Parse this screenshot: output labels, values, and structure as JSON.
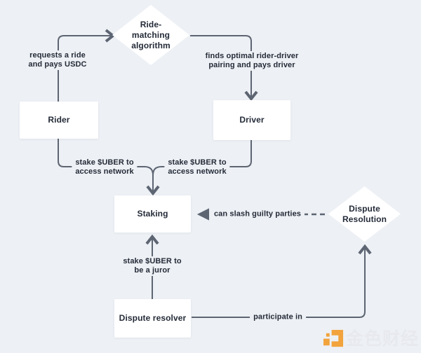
{
  "colors": {
    "background": "#edf0f4",
    "line": "#5d6573",
    "text": "#242b38",
    "node_bg": "#ffffff",
    "watermark_orange": "#f2a33c",
    "watermark_text": "#e7e9ee"
  },
  "diagram": {
    "type": "flowchart",
    "nodes": {
      "ride_matching": {
        "label": "Ride-\nmatching\nalgorithm",
        "shape": "diamond"
      },
      "rider": {
        "label": "Rider",
        "shape": "rect"
      },
      "driver": {
        "label": "Driver",
        "shape": "rect"
      },
      "staking": {
        "label": "Staking",
        "shape": "rect"
      },
      "dispute_resolution": {
        "label": "Dispute\nResolution",
        "shape": "diamond"
      },
      "dispute_resolver": {
        "label": "Dispute resolver",
        "shape": "rect"
      }
    },
    "edges": {
      "rider_to_algorithm": {
        "from": "rider",
        "to": "ride_matching",
        "label": "requests a ride\nand pays USDC",
        "style": "solid"
      },
      "algorithm_to_driver": {
        "from": "ride_matching",
        "to": "driver",
        "label": "finds optimal rider-driver\npairing and pays driver",
        "style": "solid"
      },
      "rider_to_staking": {
        "from": "rider",
        "to": "staking",
        "label": "stake $UBER to\naccess network",
        "style": "solid"
      },
      "driver_to_staking": {
        "from": "driver",
        "to": "staking",
        "label": "stake $UBER to\naccess network",
        "style": "solid"
      },
      "dispute_to_staking": {
        "from": "dispute_resolution",
        "to": "staking",
        "label": "can slash guilty parties",
        "style": "dashed"
      },
      "resolver_to_staking": {
        "from": "dispute_resolver",
        "to": "staking",
        "label": "stake $UBER to\nbe a juror",
        "style": "solid"
      },
      "resolver_to_dispute": {
        "from": "dispute_resolver",
        "to": "dispute_resolution",
        "label": "participate in",
        "style": "solid"
      }
    }
  },
  "watermark": {
    "text": "金色财经",
    "logo": "jinse-finance-logo"
  }
}
